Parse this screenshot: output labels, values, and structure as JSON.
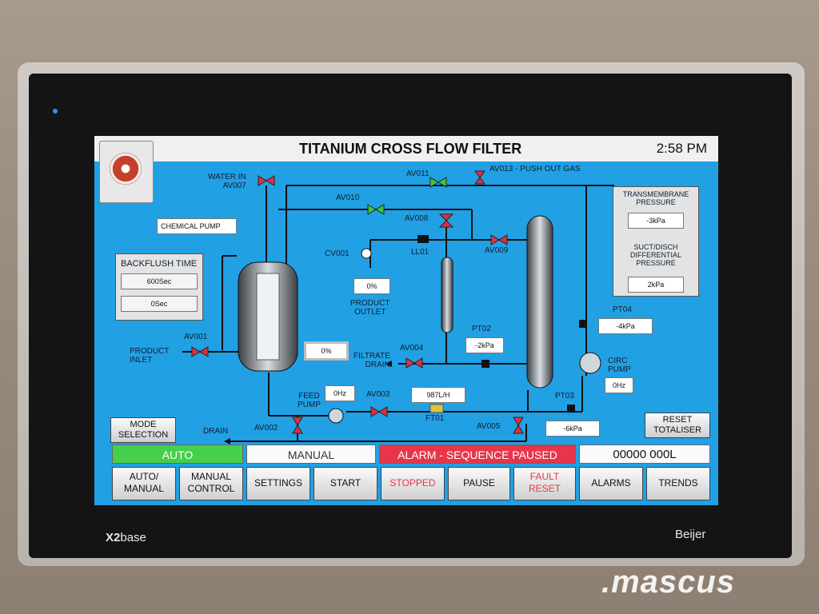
{
  "header": {
    "title": "TITANIUM CROSS FLOW FILTER",
    "time": "2:58 PM"
  },
  "valves": {
    "av007": "WATER IN\nAV007",
    "av011": "AV011",
    "av013": "AV013 - PUSH OUT GAS",
    "av010": "AV010",
    "av008": "AV008",
    "cv001": "CV001",
    "ll01": "LL01",
    "av009": "AV009",
    "av001": "AV001",
    "av004": "AV004",
    "av003": "AV003",
    "av002": "AV002",
    "av005": "AV005",
    "ft01": "FT01",
    "pt02": "PT02",
    "pt03": "PT03",
    "pt04": "PT04"
  },
  "labels": {
    "chemical_pump": "CHEMICAL PUMP",
    "product_outlet": "PRODUCT\nOUTLET",
    "product_inlet": "PRODUCT\nINLET",
    "filtrate_drain": "FILTRATE\nDRAIN",
    "feed_pump": "FEED\nPUMP",
    "circ_pump": "CIRC\nPUMP",
    "drain": "DRAIN"
  },
  "values": {
    "cv001_pct": "0%",
    "tank_pct": "0%",
    "feed_pump_hz": "0Hz",
    "ft01_flow": "987L/H",
    "pt02": "-2kPa",
    "pt03": "-6kPa",
    "pt04": "-4kPa",
    "circ_hz": "0Hz"
  },
  "backflush": {
    "title": "BACKFLUSH TIME",
    "v1": "600Sec",
    "v2": "0Sec"
  },
  "pressure": {
    "tm_title": "TRANSMEMBRANE\nPRESSURE",
    "tm_val": "-3kPa",
    "sd_title": "SUCT/DISCH\nDIFFERENTIAL\nPRESSURE",
    "sd_val": "2kPa"
  },
  "buttons": {
    "mode_selection": "MODE\nSELECTION",
    "reset_totaliser": "RESET\nTOTALISER",
    "auto_manual": "AUTO/\nMANUAL",
    "manual_control": "MANUAL\nCONTROL",
    "settings": "SETTINGS",
    "start": "START",
    "stopped": "STOPPED",
    "pause": "PAUSE",
    "fault_reset": "FAULT\nRESET",
    "alarms": "ALARMS",
    "trends": "TRENDS"
  },
  "status": {
    "auto": "AUTO",
    "manual": "MANUAL",
    "alarm": "ALARM - SEQUENCE PAUSED",
    "totaliser": "00000  000L"
  },
  "device": {
    "brand_left_bold": "X2",
    "brand_left": "base",
    "brand_right": "Beijer",
    "watermark": ".mascus"
  },
  "colors": {
    "screen": "#21a0e4",
    "auto_green": "#44d04a",
    "alarm_red": "#e8354a",
    "valve_red": "#e03040",
    "valve_green": "#3ac83a"
  }
}
